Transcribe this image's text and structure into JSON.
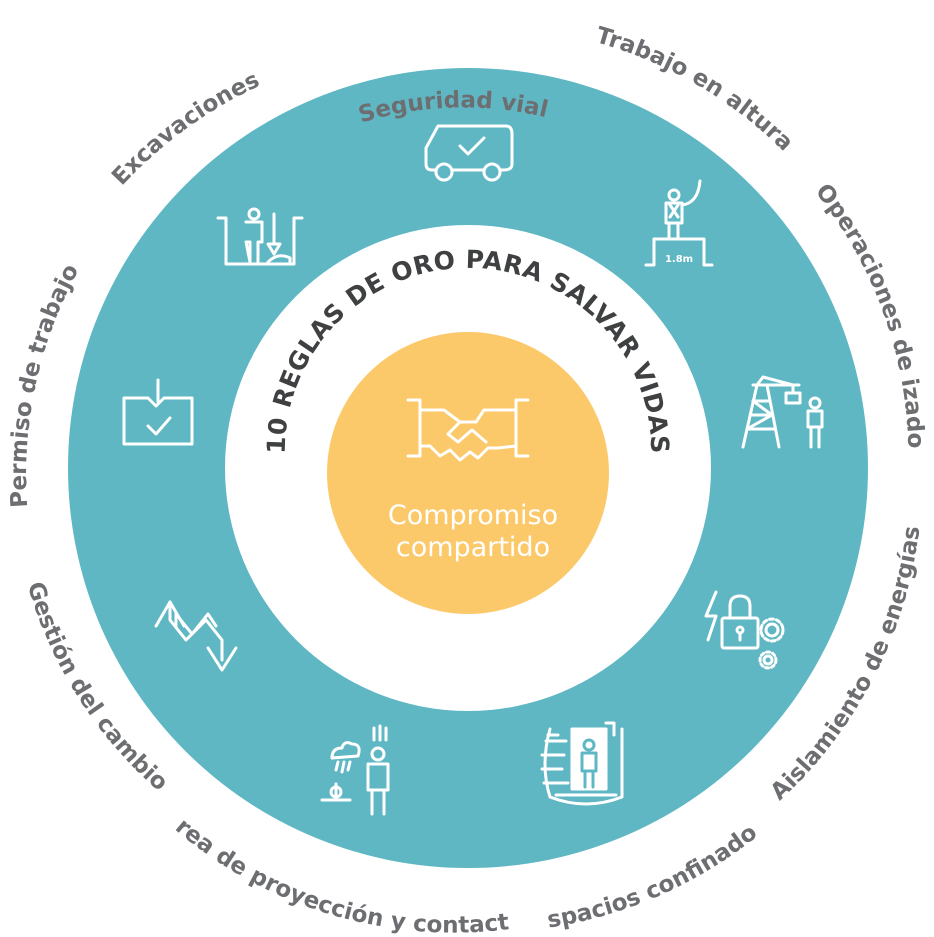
{
  "title": "10 REGLAS DE ORO PARA SALVAR VIDAS",
  "center": {
    "line1": "Compromiso",
    "line2": "compartido",
    "icon": "handshake-icon"
  },
  "colors": {
    "outer_ring": "#5fb7c4",
    "inner_disc": "#ffffff",
    "center": "#fcc96a",
    "label_text": "#6d6e71",
    "title_text": "#3f4041"
  },
  "rules": [
    {
      "label": "Seguridad vial",
      "icon": "vehicle-check-icon"
    },
    {
      "label": "Trabajo en altura",
      "icon": "work-at-height-icon",
      "icon_text": "1.8m"
    },
    {
      "label": "Operaciones de izado",
      "icon": "crane-lifting-icon"
    },
    {
      "label": "Aislamiento de energías",
      "icon": "energy-lockout-icon"
    },
    {
      "label": "Espacios confinados",
      "icon": "confined-space-icon"
    },
    {
      "label": "Área de proyección y contacto",
      "icon": "projection-contact-icon"
    },
    {
      "label": "Gestión del cambio",
      "icon": "change-arrows-icon"
    },
    {
      "label": "Permiso de trabajo",
      "icon": "work-permit-icon"
    },
    {
      "label": "Excavaciones",
      "icon": "excavation-icon"
    }
  ]
}
